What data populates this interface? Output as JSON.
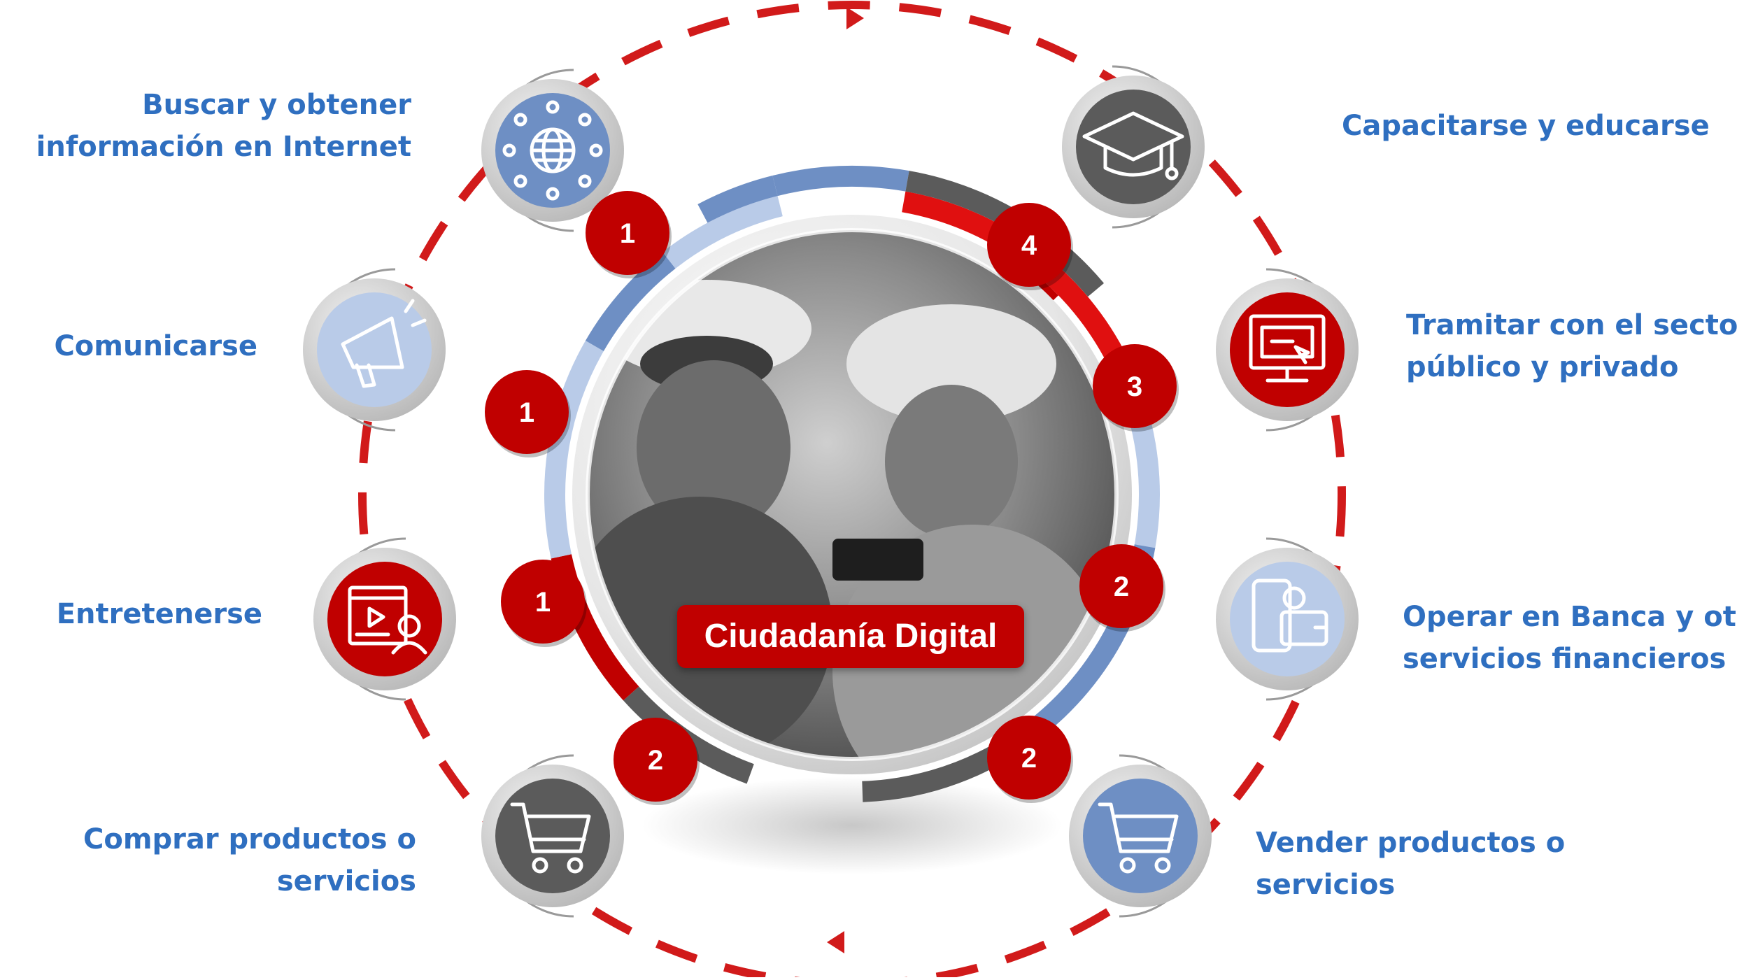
{
  "title": "Ciudadanía Digital",
  "colors": {
    "red": "#c00000",
    "red_bright": "#e01010",
    "blue": "#6e8fc4",
    "light_blue": "#b9cbe8",
    "dark_gray": "#5b5b5b",
    "label_blue": "#2f6fc0"
  },
  "activities": [
    {
      "id": "buscar",
      "lines": [
        "Buscar y obtener",
        "información en Internet"
      ],
      "icon": "globe-network-icon",
      "badge": "1"
    },
    {
      "id": "comunicarse",
      "lines": [
        "Comunicarse"
      ],
      "icon": "megaphone-icon",
      "badge": "1"
    },
    {
      "id": "entretenerse",
      "lines": [
        "Entretenerse"
      ],
      "icon": "video-screen-icon",
      "badge": "1"
    },
    {
      "id": "comprar",
      "lines": [
        "Comprar productos o",
        "servicios"
      ],
      "icon": "shopping-cart-icon",
      "badge": "2"
    },
    {
      "id": "capacitarse",
      "lines": [
        "Capacitarse y educarse"
      ],
      "icon": "graduation-cap-icon",
      "badge": "4"
    },
    {
      "id": "tramitar",
      "lines": [
        "Tramitar con el sector",
        "público y privado"
      ],
      "icon": "computer-monitor-icon",
      "badge": "3"
    },
    {
      "id": "operar",
      "lines": [
        "Operar en Banca y otros",
        "servicios financieros"
      ],
      "icon": "mobile-wallet-icon",
      "badge": "2"
    },
    {
      "id": "vender",
      "lines": [
        "Vender productos o",
        "servicios"
      ],
      "icon": "shopping-cart-icon",
      "badge": "2"
    }
  ]
}
